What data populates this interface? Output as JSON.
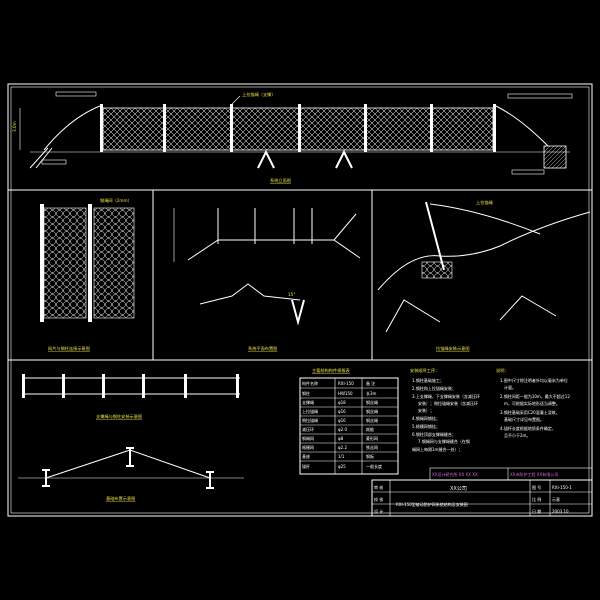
{
  "drawing": {
    "company": "XX公司",
    "title": "RXI-150型被动防护网系统结构及安装图",
    "panels": {
      "elevation": {
        "title": "系统立面图",
        "top_label": "上拉锚绳（支撑）",
        "dim_left": "3.0m"
      },
      "mesh_detail": {
        "title": "网片与钢柱连接示意图",
        "label_top": "钢绳网（2mm）"
      },
      "plan": {
        "title": "系统平面布置图",
        "angle": "15°"
      },
      "anchor_detail": {
        "title": "拉锚绳安装示意图",
        "label_top": "上拉锚绳"
      },
      "section": {
        "title": "支撑绳与钢柱安装示意图"
      },
      "ground": {
        "title": "基础布置示意图"
      }
    },
    "component_table": {
      "title": "主要结构构件规格表",
      "headers": [
        "构件名称",
        "RXI-150",
        "备 注"
      ],
      "rows": [
        [
          "钢柱",
          "HW150",
          "长3m"
        ],
        [
          "支撑绳",
          "φ18",
          "钢丝绳"
        ],
        [
          "上拉锚绳",
          "φ16",
          "钢丝绳"
        ],
        [
          "侧拉锚绳",
          "φ16",
          "钢丝绳"
        ],
        [
          "减压环",
          "φ2.0",
          "耗能"
        ],
        [
          "钢绳网",
          "φ8",
          "菱形网"
        ],
        [
          "格栅网",
          "φ2.2",
          "铁丝网"
        ],
        [
          "基座",
          "1/1",
          "钢板"
        ],
        [
          "锚杆",
          "φ25",
          "一般长度"
        ]
      ]
    },
    "installation": {
      "title": "安装顺序工序：",
      "steps": [
        "1.钢柱基础施工；",
        "2.钢柱和上拉锚绳安装；",
        "3.上支撑绳、下支撑绳安装（含减压环",
        "安装）；侧拉锚绳安装（含减压环",
        "安装）；",
        "4.钢绳网铺挂；",
        "5.格栅网铺挂；",
        "6.钢柱顶部支撑绳缝合；",
        "7.钢绳网与支撑绳缝合（在钢",
        "绳网上每隔1m缝合一处）；",
        "8.系统调试。"
      ]
    },
    "notes": {
      "title": "说明：",
      "lines": [
        "1.图中尺寸除注明者外均以毫米为单位",
        "计量。",
        "2.钢柱间距一般为10m，最大不超过12",
        "m，可根据实际地形适当调整。",
        "3.钢柱基础采用C20混凝土浇筑，",
        "基础尺寸详见布置图。",
        "4.锚杆长度根据地质条件确定，",
        "且不小于2m。"
      ]
    },
    "title_block": {
      "rows": [
        "审 核",
        "校 核",
        "设 计"
      ],
      "right_labels": [
        "图 号",
        "比 例",
        "日 期"
      ],
      "right_values": [
        "RXI-150-1",
        "示意",
        "2003.10"
      ],
      "left_info": "XX设计研究所 XX  XX  XX",
      "right_info": "XX市防护工程 XX有限公司"
    },
    "colors": {
      "line": "#ffffff",
      "label": "#e8e04a",
      "accent": "#d070d0",
      "background": "#000000"
    }
  }
}
